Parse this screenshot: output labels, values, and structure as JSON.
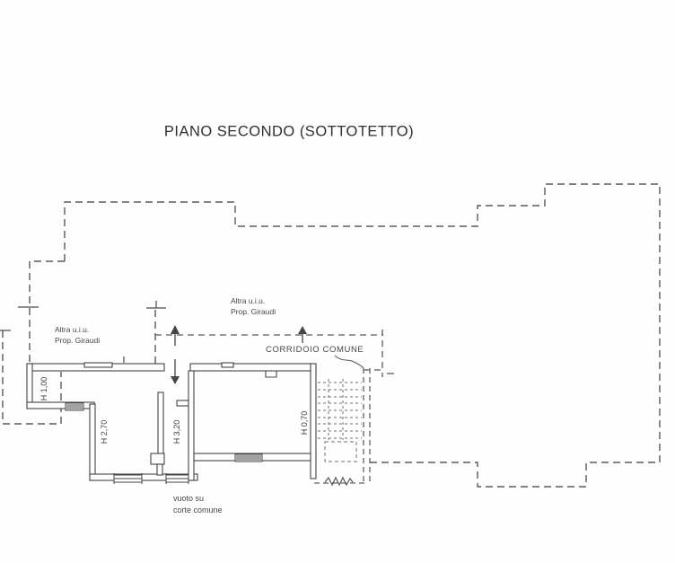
{
  "colors": {
    "paper": "#fefefe",
    "wall_ink": "#454545",
    "boundary_ink": "#5a5a5a",
    "stair_ink": "#6e6e6e",
    "text_ink": "#474747"
  },
  "title": "PIANO SECONDO (SOTTOTETTO)",
  "labels": {
    "adjacent_unit_left": {
      "line1": "Altra u.i.u.",
      "line2": "Prop. Giraudi"
    },
    "adjacent_unit_top": {
      "line1": "Altra u.i.u.",
      "line2": "Prop. Giraudi"
    },
    "common_corridor": "CORRIDOIO COMUNE",
    "void_courtyard": {
      "line1": "vuoto su",
      "line2": "corte comune"
    }
  },
  "heights": {
    "niche": "H 1,00",
    "room_left": "H 2,70",
    "room_middle": "H 3,20",
    "room_right": "H 0,70"
  }
}
